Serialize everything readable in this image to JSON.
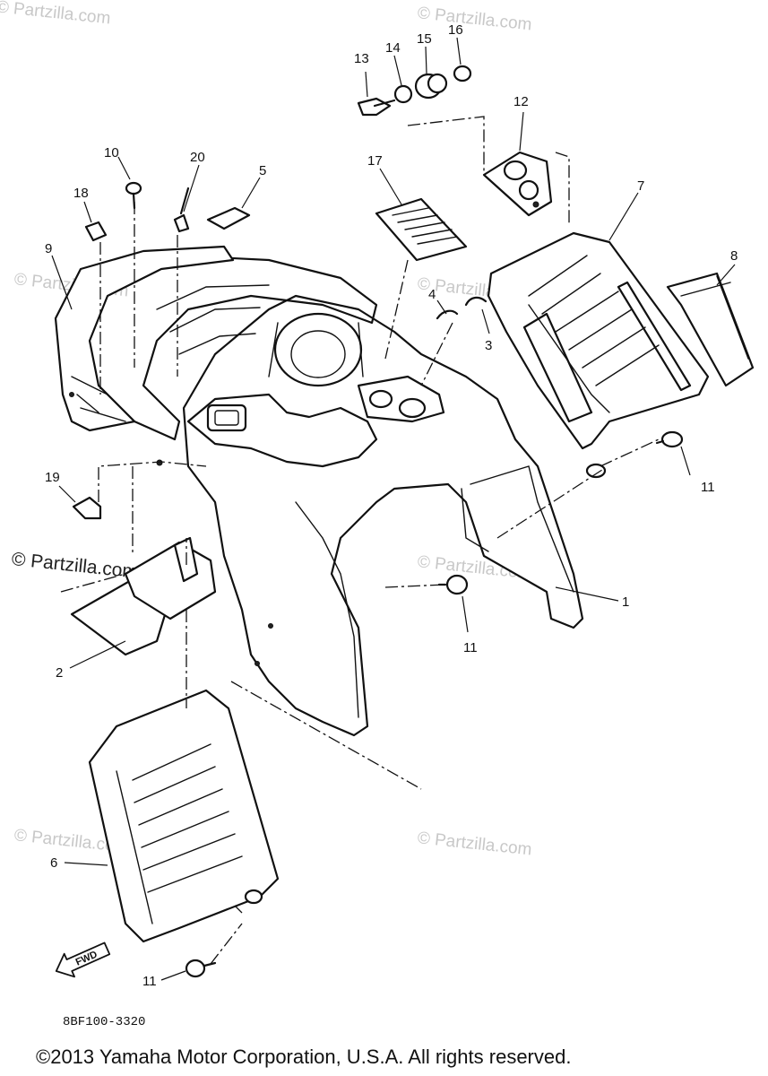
{
  "watermarks": [
    "© Partzilla.com",
    "© Partzilla.com",
    "© Partzilla.com",
    "© Partzilla.com",
    "© Partzilla.com",
    "© Partzilla.com",
    "© Partzilla.com",
    "© Partzilla.com"
  ],
  "callouts": [
    "1",
    "2",
    "3",
    "4",
    "5",
    "6",
    "7",
    "8",
    "9",
    "10",
    "11",
    "11",
    "11",
    "11",
    "12",
    "13",
    "14",
    "15",
    "16",
    "17",
    "18",
    "19",
    "20"
  ],
  "direction_label": "FWD",
  "diagram_code": "8BF100-3320",
  "copyright": "©2013  Yamaha Motor Corporation, U.S.A. All rights reserved."
}
